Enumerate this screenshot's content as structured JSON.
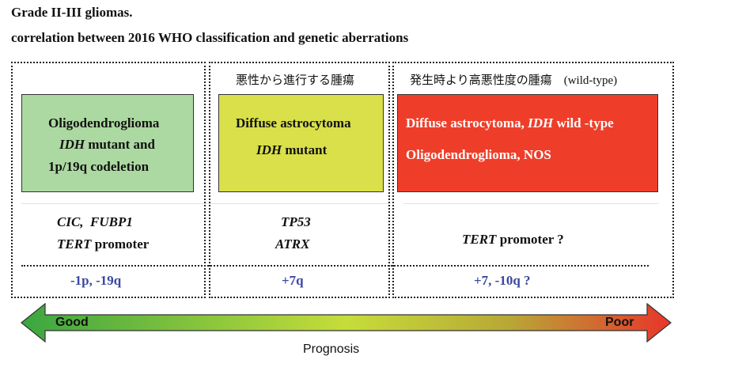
{
  "title": {
    "line1": "Grade II-III gliomas.",
    "line2": "correlation between 2016 WHO classification and genetic aberrations"
  },
  "columns": [
    {
      "header": "",
      "card": {
        "line1": "Oligodendroglioma",
        "line2_italic": "IDH",
        "line2_rest": " mutant and",
        "line3": "1p/19q codeletion",
        "color": "#acd9a1"
      },
      "genes": {
        "line1_a": "CIC,",
        "line1_b": "FUBP1",
        "line2_italic": "TERT",
        "line2_rest": " promoter"
      },
      "cnv": "-1p,  -19q"
    },
    {
      "header": "悪性から進行する腫瘍",
      "card": {
        "line1": "Diffuse astrocytoma",
        "line2_italic": "IDH",
        "line2_rest": " mutant",
        "color": "#d9e04a"
      },
      "genes": {
        "line1": "TP53",
        "line2": "ATRX"
      },
      "cnv": "+7q"
    },
    {
      "header": "発生時より高悪性度の腫瘍　(wild-type)",
      "card": {
        "line1_a": "Diffuse astrocytoma, ",
        "line1_italic": "IDH",
        "line1_b": " wild -type",
        "line2": "Oligodendroglioma, NOS",
        "color": "#ee3e2a"
      },
      "genes": {
        "line1_italic": "TERT",
        "line1_rest": " promoter ?"
      },
      "cnv": "+7,  -10q ?"
    }
  ],
  "arrow": {
    "left_label": "Good",
    "right_label": "Poor",
    "axis_label": "Prognosis"
  }
}
